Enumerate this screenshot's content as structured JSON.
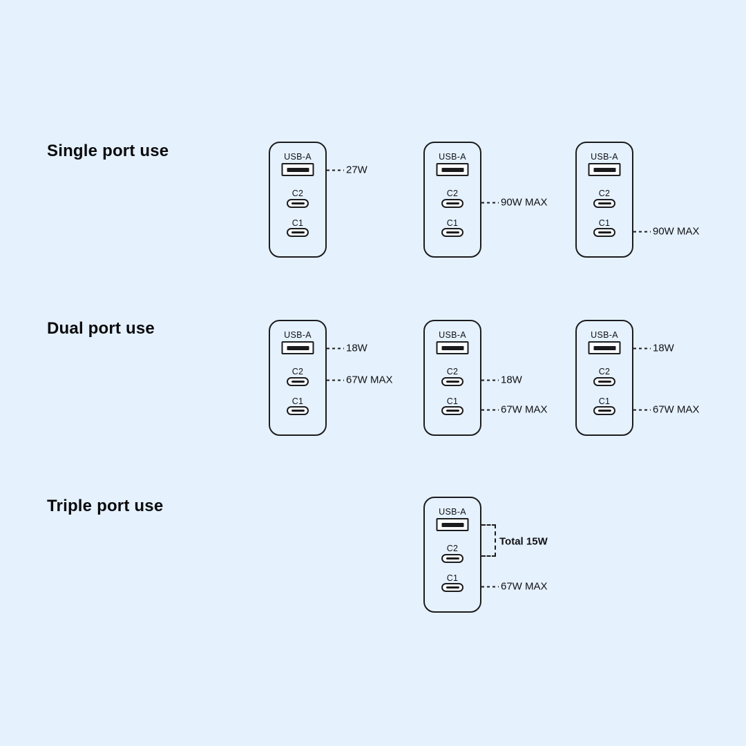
{
  "page": {
    "background_color": "#E5F1FD",
    "line_color": "#1B1B1D",
    "text_color": "#101014"
  },
  "port_labels": {
    "usba": "USB-A",
    "c2": "C2",
    "c1": "C1"
  },
  "sections": [
    {
      "title": "Single port use",
      "chargers": [
        {
          "labels": [
            {
              "port": "usba",
              "text": "27W"
            }
          ]
        },
        {
          "labels": [
            {
              "port": "c2",
              "text": "90W MAX"
            }
          ]
        },
        {
          "labels": [
            {
              "port": "c1",
              "text": "90W MAX"
            }
          ]
        }
      ]
    },
    {
      "title": "Dual port use",
      "chargers": [
        {
          "labels": [
            {
              "port": "usba",
              "text": "18W"
            },
            {
              "port": "c2",
              "text": "67W MAX"
            }
          ]
        },
        {
          "labels": [
            {
              "port": "c2",
              "text": "18W"
            },
            {
              "port": "c1",
              "text": "67W MAX"
            }
          ]
        },
        {
          "labels": [
            {
              "port": "usba",
              "text": "18W"
            },
            {
              "port": "c1",
              "text": "67W MAX"
            }
          ]
        }
      ]
    },
    {
      "title": "Triple port use",
      "chargers": [
        {
          "labels": [
            {
              "port": "usba+c2",
              "text": "Total 15W"
            },
            {
              "port": "c1",
              "text": "67W MAX"
            }
          ]
        }
      ]
    }
  ]
}
